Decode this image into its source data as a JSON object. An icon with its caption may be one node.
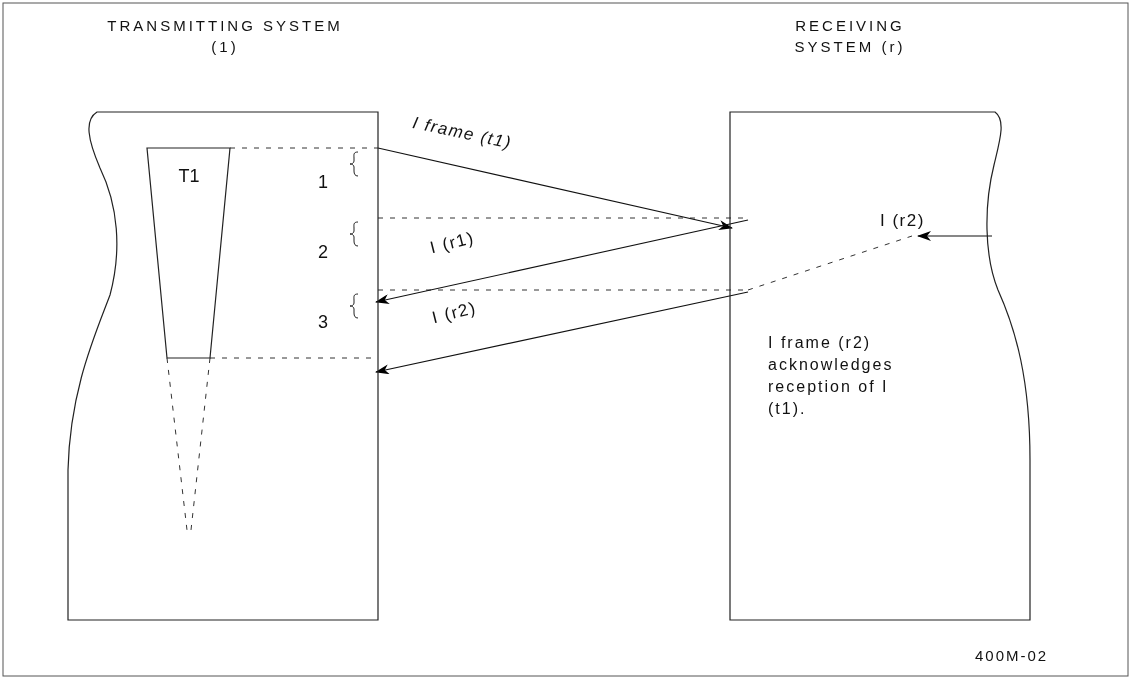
{
  "diagram": {
    "nodes": [
      {
        "text": [
          "TRANSMITTING SYSTEM (1)"
        ]
      },
      {
        "text": [
          "RECEIVING SYSTEM (r)"
        ]
      },
      {
        "text": [
          "T1"
        ],
        "in": 0
      }
    ],
    "edges": [
      {
        "from": 0,
        "to": 1,
        "arrow": "to",
        "label": "I frame (t1)"
      },
      {
        "from": 1,
        "to": 0,
        "arrow": "to",
        "label": "I (r1)"
      },
      {
        "from": 1,
        "to": 0,
        "arrow": "to",
        "label": "I (r2)"
      },
      {
        "from": null,
        "to": 1,
        "arrow": "to",
        "label": "I (r2)"
      }
    ],
    "labels": [
      "1",
      "2",
      "3",
      "I frame (r2) acknowledges reception of I (t1).",
      "400M-02"
    ]
  }
}
